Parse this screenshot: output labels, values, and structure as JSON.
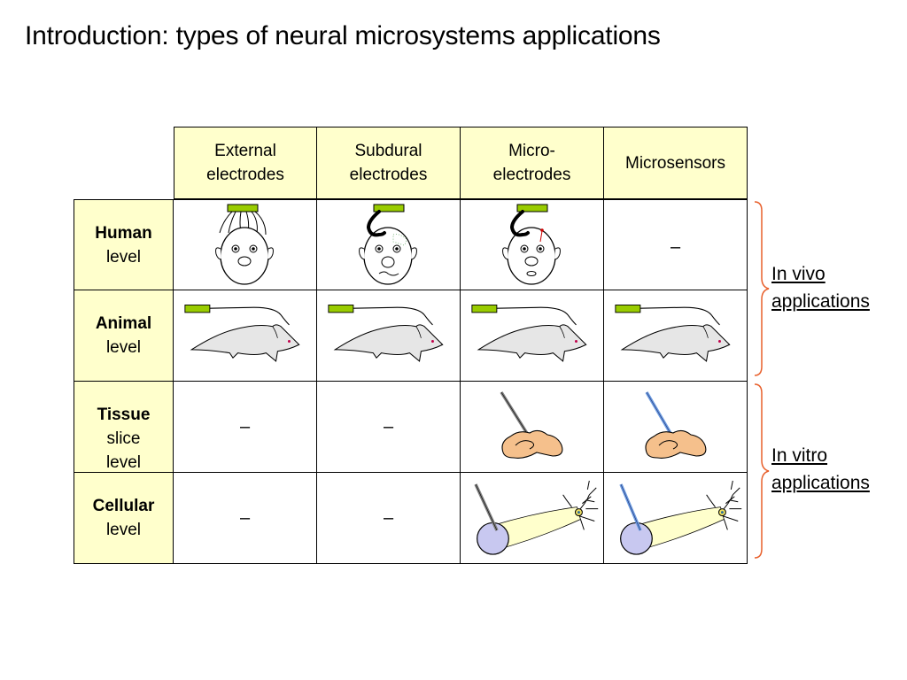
{
  "title": "Introduction: types of neural microsystems applications",
  "columns": [
    {
      "line1": "External",
      "line2": "electrodes"
    },
    {
      "line1": "Subdural",
      "line2": "electrodes"
    },
    {
      "line1": "Micro-",
      "line2": "electrodes"
    },
    {
      "line1": "Microsensors",
      "line2": ""
    }
  ],
  "rows": [
    {
      "bold": "Human",
      "lines": [
        "level"
      ]
    },
    {
      "bold": "Animal",
      "lines": [
        "level"
      ]
    },
    {
      "bold": "Tissue",
      "lines": [
        "slice",
        "level"
      ]
    },
    {
      "bold": "Cellular",
      "lines": [
        "level"
      ]
    }
  ],
  "dash": "–",
  "groups": {
    "in_vivo": {
      "line1": "In vivo",
      "line2": "applications"
    },
    "in_vitro": {
      "line1": "In vitro",
      "line2": "applications"
    }
  },
  "colors": {
    "header_fill": "#ffffcc",
    "electrode": "#99cc00",
    "brace": "#e8602c",
    "tissue": "#f5c08c",
    "rat": "#e6e6e6",
    "electrode_probe": "#808080",
    "sensor_probe": "#6a9ae0",
    "soma_fill": "#c8c8f0",
    "axon_cone": "#ffffcc"
  }
}
